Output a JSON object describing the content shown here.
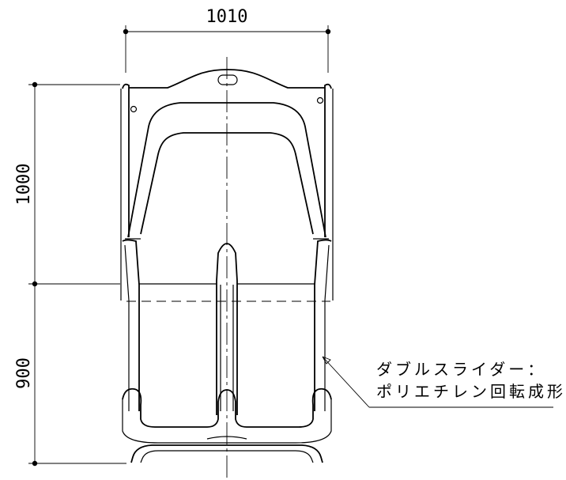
{
  "dimensions": {
    "width_label": "1010",
    "upper_height_label": "1000",
    "lower_height_label": "900"
  },
  "note": {
    "line1": "ダブルスライダー：",
    "line2": "ポリエチレン回転成形"
  }
}
